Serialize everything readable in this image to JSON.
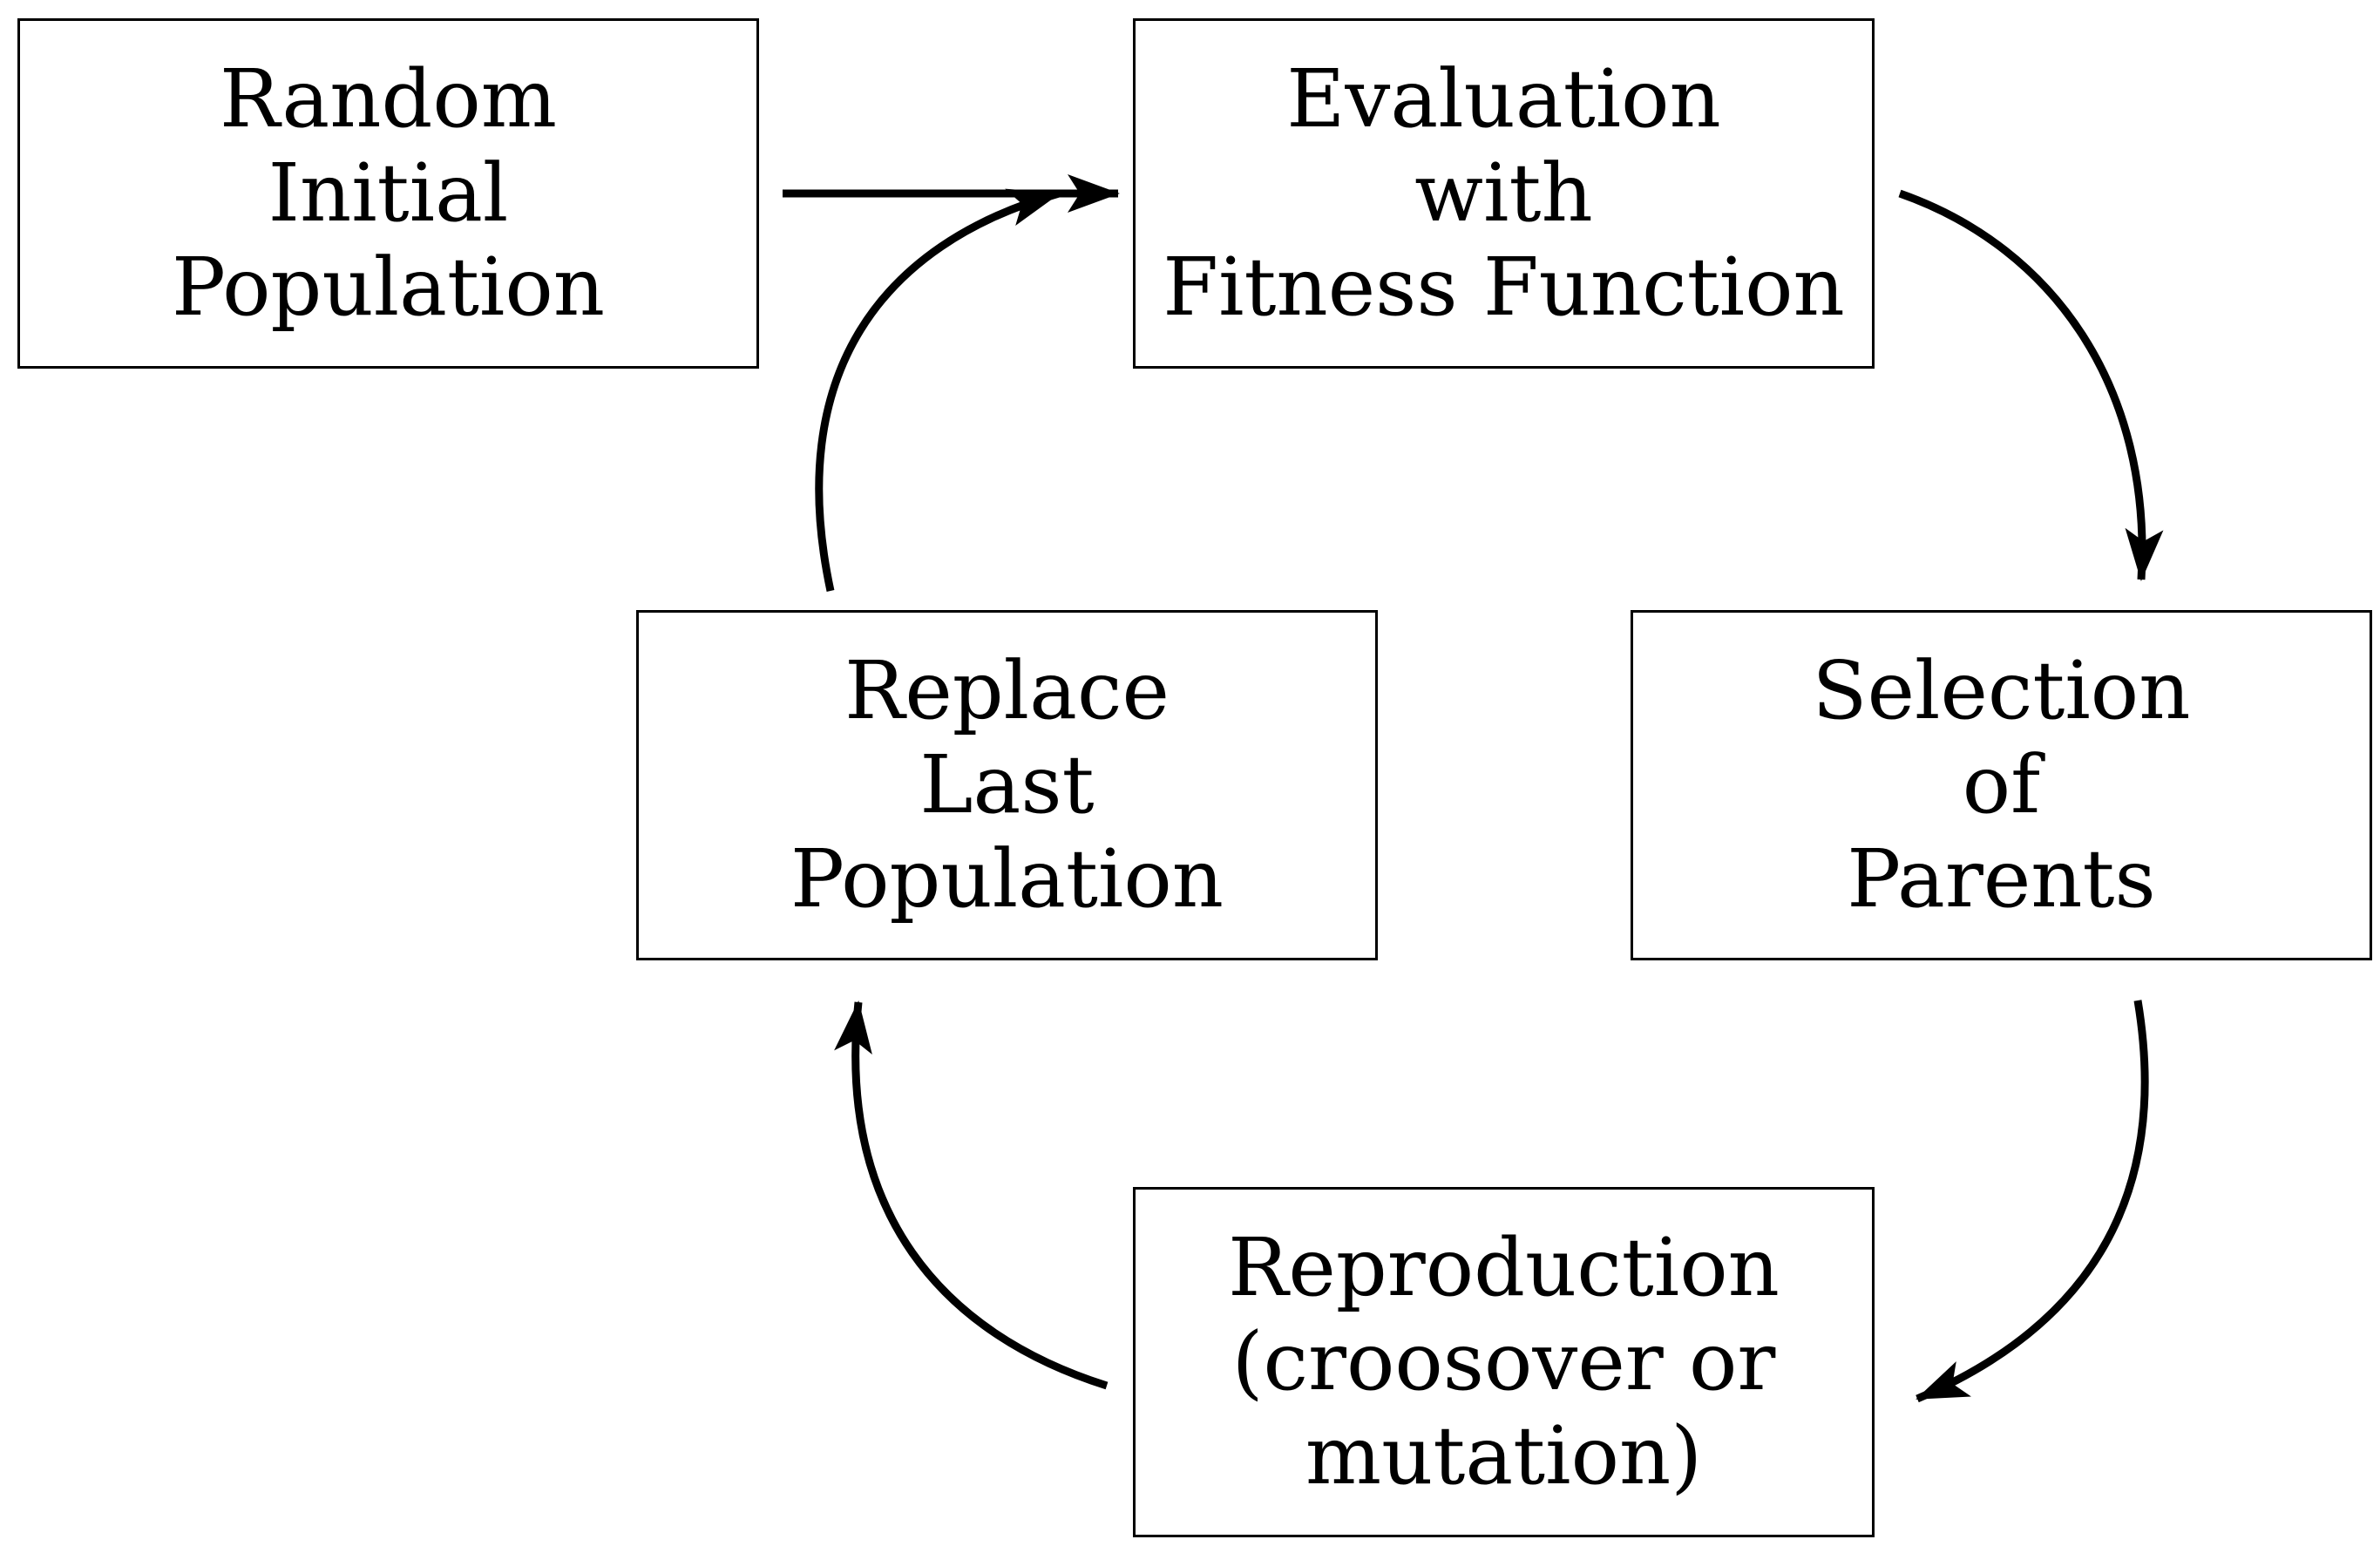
{
  "nodes": {
    "random_initial_population": {
      "lines": [
        "Random",
        "Initial",
        "Population"
      ]
    },
    "evaluation": {
      "lines": [
        "Evaluation",
        "with",
        "Fitness Function"
      ]
    },
    "selection": {
      "lines": [
        "Selection",
        "of",
        "Parents"
      ]
    },
    "reproduction": {
      "lines": [
        "Reproduction",
        "(croosover or",
        "mutation)"
      ]
    },
    "replace": {
      "lines": [
        "Replace",
        "Last",
        "Population"
      ]
    }
  },
  "edges": [
    {
      "from": "random_initial_population",
      "to": "evaluation"
    },
    {
      "from": "evaluation",
      "to": "selection"
    },
    {
      "from": "selection",
      "to": "reproduction"
    },
    {
      "from": "reproduction",
      "to": "replace"
    },
    {
      "from": "replace",
      "to": "evaluation"
    }
  ],
  "colors": {
    "stroke": "#000000",
    "background": "#ffffff"
  }
}
